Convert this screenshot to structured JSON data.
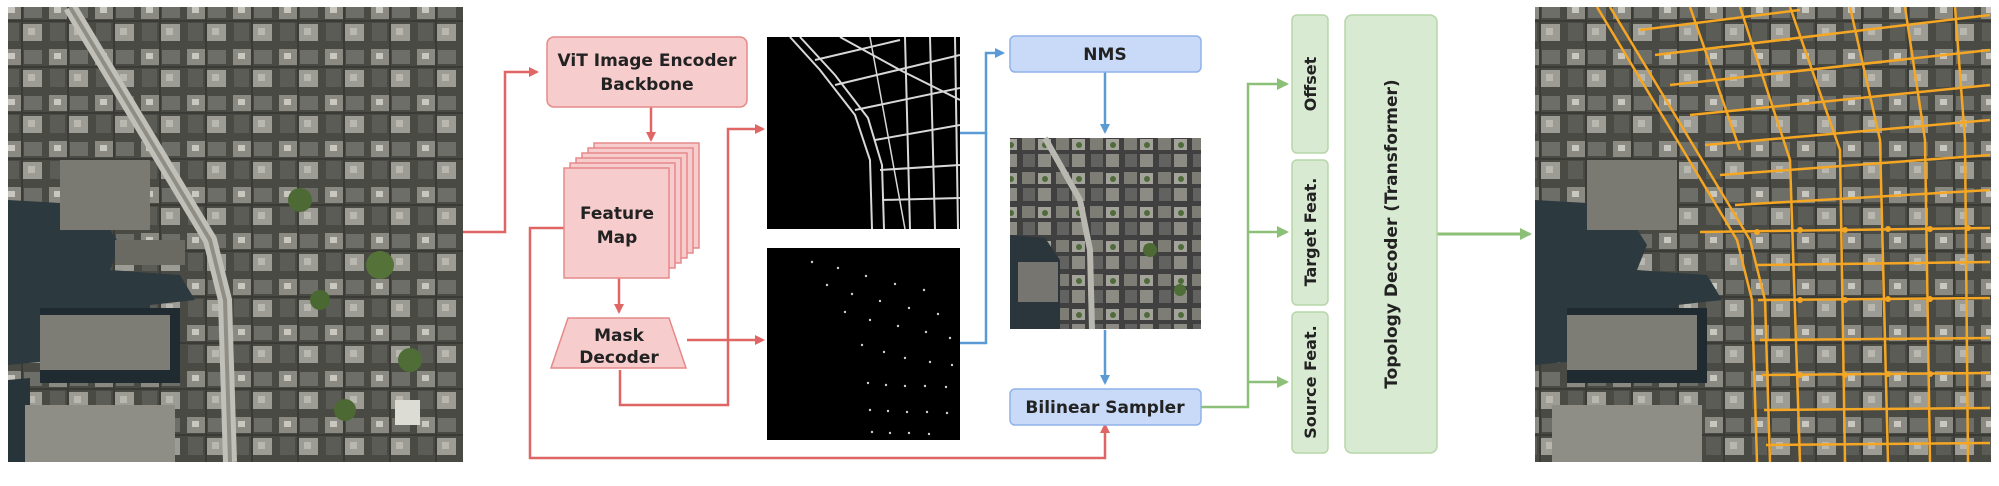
{
  "colors": {
    "red_fill": "#f7cccc",
    "red_stroke": "#e58a8a",
    "red_arrow": "#e06666",
    "blue_fill": "#c9daf8",
    "blue_stroke": "#8fb2e8",
    "blue_arrow": "#5b9bd5",
    "green_fill": "#d9ead3",
    "green_stroke": "#b6d7a8",
    "green_arrow": "#8cc079",
    "road_overlay": "#f5a623"
  },
  "images": {
    "input": "input-satellite-image",
    "keypoint_mask": "road-keypoint-mask",
    "sample_mask": "road-sample-point-mask",
    "nms_result": "nms-cropped-satellite-image",
    "output": "predicted-road-graph-overlay"
  },
  "blocks": {
    "encoder_line1": "ViT Image Encoder",
    "encoder_line2": "Backbone",
    "feature_line1": "Feature",
    "feature_line2": "Map",
    "mask_line1": "Mask",
    "mask_line2": "Decoder",
    "nms": "NMS",
    "bilinear": "Bilinear Sampler",
    "offset": "Offset",
    "target_feat": "Target Feat.",
    "source_feat": "Source Feat.",
    "topology": "Topology Decoder (Transformer)"
  }
}
